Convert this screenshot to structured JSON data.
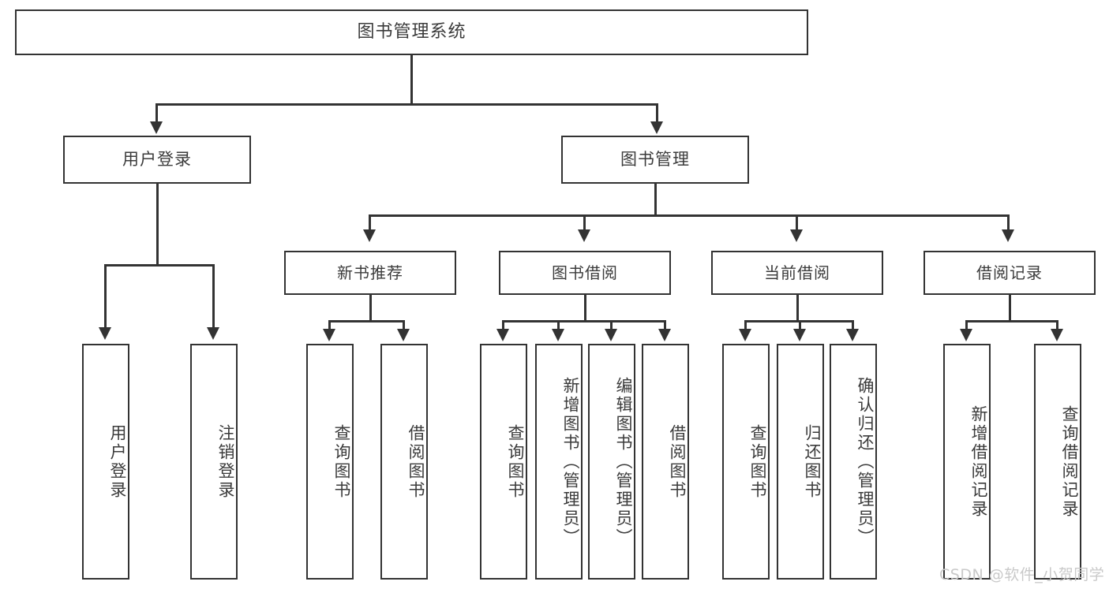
{
  "diagram": {
    "type": "tree-hierarchy-diagram",
    "title": "图书管理系统",
    "watermark": "CSDN @软件_小贺同学",
    "colors": {
      "box_border": "#333333",
      "box_fill": "#ffffff",
      "text": "#3b3b3b",
      "connector": "#333333",
      "watermark": "#c9c9c9",
      "background": "#ffffff"
    },
    "nodes": {
      "root": {
        "label": "图书管理系统"
      },
      "level1": [
        {
          "label": "用户登录"
        },
        {
          "label": "图书管理"
        }
      ],
      "level2": [
        {
          "label": "新书推荐"
        },
        {
          "label": "图书借阅"
        },
        {
          "label": "当前借阅"
        },
        {
          "label": "借阅记录"
        }
      ],
      "leaves": {
        "user_login": [
          {
            "label": "用户登录"
          },
          {
            "label": "注销登录"
          }
        ],
        "new_book_recommend": [
          {
            "label": "查询图书"
          },
          {
            "label": "借阅图书"
          }
        ],
        "book_borrow": [
          {
            "label": "查询图书"
          },
          {
            "label": "新增图书（管理员）"
          },
          {
            "label": "编辑图书（管理员）"
          },
          {
            "label": "借阅图书"
          }
        ],
        "current_borrow": [
          {
            "label": "查询图书"
          },
          {
            "label": "归还图书"
          },
          {
            "label": "确认归还（管理员）"
          }
        ],
        "borrow_record": [
          {
            "label": "新增借阅记录"
          },
          {
            "label": "查询借阅记录"
          }
        ]
      }
    }
  }
}
